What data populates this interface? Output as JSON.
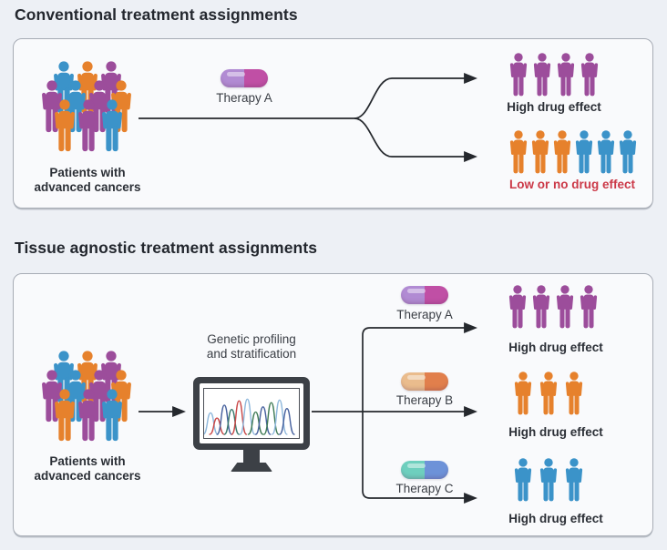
{
  "palette": {
    "purple": "#9c4d9b",
    "orange": "#e6812c",
    "blue": "#3b93c9",
    "arrow": "#25282d",
    "red_text": "#cb3847",
    "panel_border": "#a7acb5",
    "background": "#edf0f5",
    "monitor_frame": "#3c4046"
  },
  "crowd_rows": [
    [
      "blue",
      "orange",
      "purple"
    ],
    [
      "purple",
      "blue",
      "purple",
      "orange"
    ],
    [
      "orange",
      "purple",
      "blue"
    ]
  ],
  "section1": {
    "title": "Conventional treatment assignments",
    "patients_line1": "Patients with",
    "patients_line2": "advanced cancers",
    "therapy": {
      "label": "Therapy A",
      "pill": [
        "#b18bd3",
        "#c04fa5"
      ]
    },
    "outcome_high": {
      "label": "High drug effect",
      "count": 4,
      "color_key": "purple"
    },
    "outcome_low": {
      "label": "Low or no drug effect",
      "groups": [
        {
          "color_key": "orange",
          "count": 3
        },
        {
          "color_key": "blue",
          "count": 3
        }
      ]
    }
  },
  "section2": {
    "title": "Tissue agnostic treatment assignments",
    "patients_line1": "Patients with",
    "patients_line2": "advanced cancers",
    "profiling_line1": "Genetic profiling",
    "profiling_line2": "and stratification",
    "branches": [
      {
        "therapy_label": "Therapy A",
        "pill": [
          "#b18bd3",
          "#c04fa5"
        ],
        "outcome_label": "High drug effect",
        "count": 4,
        "color_key": "purple"
      },
      {
        "therapy_label": "Therapy B",
        "pill": [
          "#eabc8d",
          "#e17f4c"
        ],
        "outcome_label": "High drug effect",
        "count": 3,
        "color_key": "orange"
      },
      {
        "therapy_label": "Therapy C",
        "pill": [
          "#6ecfbe",
          "#6d92d8"
        ],
        "outcome_label": "High drug effect",
        "count": 3,
        "color_key": "blue"
      }
    ]
  },
  "chromatogram": {
    "peaks": [
      {
        "x": 7,
        "h": 25,
        "c": "#8fb8dc"
      },
      {
        "x": 14,
        "h": 19,
        "c": "#c94747"
      },
      {
        "x": 22,
        "h": 34,
        "c": "#46619e"
      },
      {
        "x": 30,
        "h": 29,
        "c": "#3a7a6d"
      },
      {
        "x": 38,
        "h": 39,
        "c": "#c94747"
      },
      {
        "x": 47,
        "h": 41,
        "c": "#8fb8dc"
      },
      {
        "x": 56,
        "h": 26,
        "c": "#3f7a55"
      },
      {
        "x": 64,
        "h": 32,
        "c": "#46619e"
      },
      {
        "x": 73,
        "h": 37,
        "c": "#3f7a55"
      },
      {
        "x": 82,
        "h": 40,
        "c": "#8fb8dc"
      },
      {
        "x": 90,
        "h": 30,
        "c": "#46619e"
      }
    ]
  }
}
